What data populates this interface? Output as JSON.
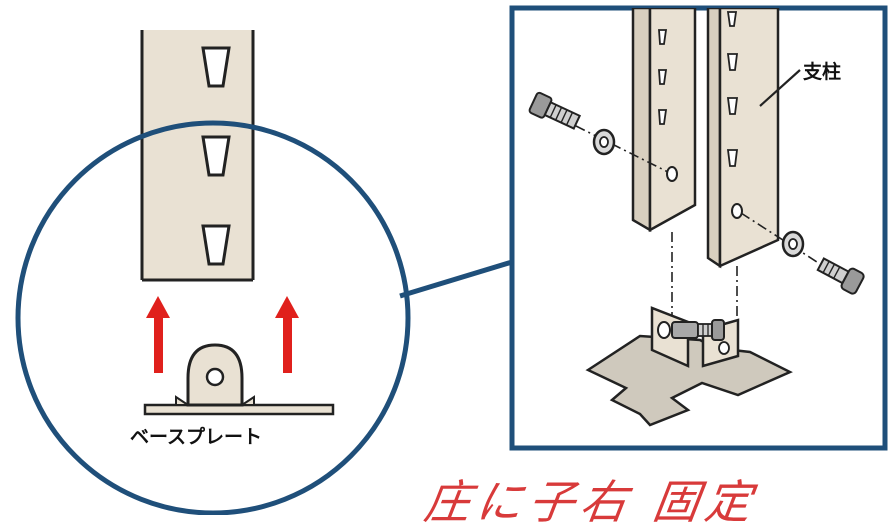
{
  "labels": {
    "base_plate": "ベースプレート",
    "post": "支柱"
  },
  "handwritten_note": "庄に子右 固定",
  "colors": {
    "outline_blue": "#1f4f7a",
    "post_fill": "#e9e1d3",
    "arrow_red": "#e0201c",
    "hand_red": "#d83a3a",
    "ink": "#222222"
  },
  "icons": [
    "bolt-icon",
    "washer-icon",
    "up-arrow-icon"
  ]
}
